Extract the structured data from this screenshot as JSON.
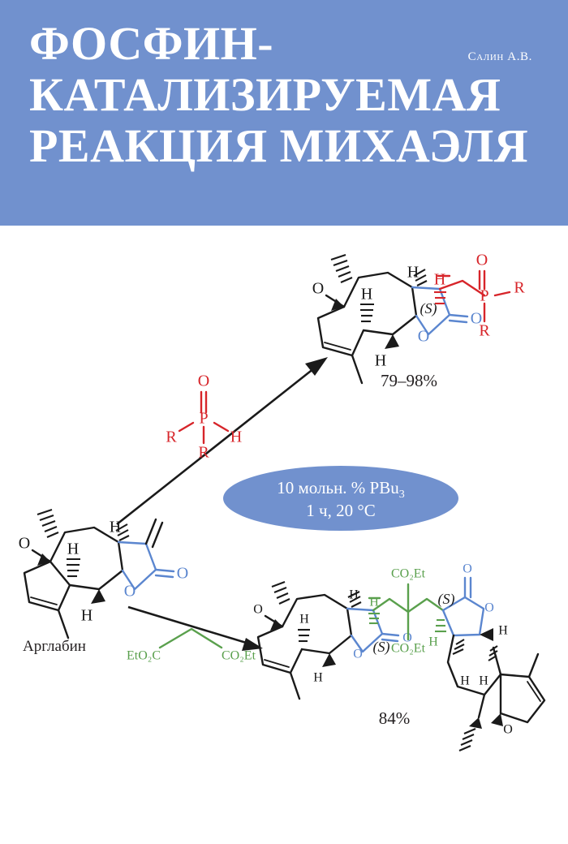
{
  "cover": {
    "background_color": "#ffffff",
    "band_color": "#7191ce"
  },
  "header": {
    "title_lines": [
      "ФОСФИН-",
      "КАТАЛИЗИРУЕМАЯ",
      "РЕАКЦИЯ МИХАЭЛЯ"
    ],
    "author": "Салин А.В."
  },
  "scheme": {
    "starting_material_label": "Арглабин",
    "conditions": {
      "line1_prefix": "10 мольн. % PBu",
      "line1_sub": "3",
      "line2": "1 ч, 20 °C"
    },
    "reagent_top": {
      "atoms": [
        "O",
        "P",
        "R",
        "H",
        "R"
      ],
      "color": "#d7252a",
      "description": "R2P(O)H"
    },
    "reagent_bottom": {
      "left_label": "EtO₂C",
      "right_label": "CO₂Et",
      "color": "#5aa04d"
    },
    "product_top": {
      "yield": "79–98%",
      "stereo": "(S)",
      "substituent_atoms": [
        "O",
        "P",
        "R",
        "R"
      ],
      "h_label": "H",
      "color": "#d7252a"
    },
    "product_bottom": {
      "yield": "84%",
      "stereo_left": "(S)",
      "stereo_right": "(S)",
      "ester_top": "CO₂Et",
      "ester_bottom": "CO₂Et",
      "h_left": "H",
      "h_right": "H",
      "color": "#5aa04d"
    },
    "atom_labels": {
      "oxygen": "O",
      "hydrogen": "H",
      "phosphorus": "P",
      "carbon_r": "R"
    },
    "colors": {
      "lactone_blue": "#5b86cf",
      "phosphoryl_red": "#d7252a",
      "malonate_green": "#5aa04d",
      "skeleton_black": "#1a1a1a"
    }
  }
}
